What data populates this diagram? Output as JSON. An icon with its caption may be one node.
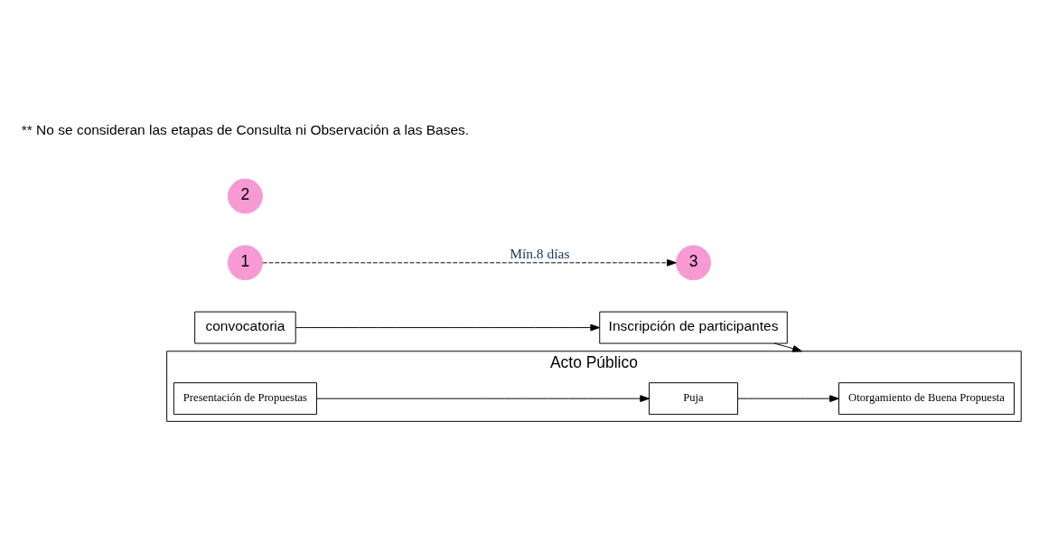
{
  "diagram": {
    "nodes": [
      {
        "text": [
          "convocatoria"
        ]
      },
      {
        "text": [
          "Inscripción de participantes"
        ]
      },
      {
        "text": [
          "1"
        ]
      },
      {
        "text": [
          "2"
        ]
      },
      {
        "text": [
          "3"
        ]
      },
      {
        "text": [
          "Acto Público"
        ]
      },
      {
        "text": [
          "Otorgamiento de Buena Propuesta"
        ],
        "in": 5
      },
      {
        "text": [
          "Puja"
        ],
        "in": 5
      },
      {
        "text": [
          "Presentación de Propuestas"
        ],
        "in": 5
      }
    ],
    "edges": [
      {
        "from": 0,
        "to": 1,
        "arrow": "to"
      },
      {
        "from": 2,
        "to": 4,
        "arrow": "to",
        "style": "dashed",
        "label": "Mín.8 días"
      },
      {
        "from": 1,
        "to": 5,
        "arrow": "to"
      },
      {
        "from": 8,
        "to": 7,
        "arrow": "to"
      },
      {
        "from": 7,
        "to": 6,
        "arrow": "to"
      }
    ],
    "labels": [
      "** No se consideran las etapas de Consulta ni Observación a las Bases."
    ]
  }
}
